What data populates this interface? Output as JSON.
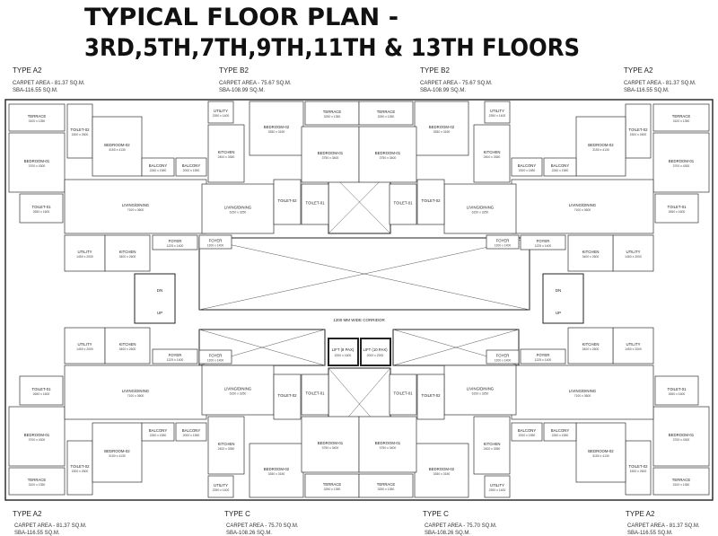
{
  "title": {
    "line1": "TYPICAL FLOOR PLAN -",
    "line2": "3RD,5TH,7TH,9TH,11TH & 13TH FLOORS"
  },
  "units": {
    "top_left": {
      "type": "TYPE A2",
      "carpet": "CARPET AREA - 81.37 SQ.M.",
      "sba": "SBA-116.55 SQ.M."
    },
    "top_center_left": {
      "type": "TYPE B2",
      "carpet": "CARPET AREA - 75.67 SQ.M.",
      "sba": "SBA-108.99 SQ.M."
    },
    "top_center_right": {
      "type": "TYPE B2",
      "carpet": "CARPET AREA - 75.67 SQ.M.",
      "sba": "SBA-108.99 SQ.M."
    },
    "top_right": {
      "type": "TYPE A2",
      "carpet": "CARPET AREA - 81.37 SQ.M.",
      "sba": "SBA-116.55 SQ.M."
    },
    "bottom_left": {
      "type": "TYPE A2",
      "carpet": "CARPET AREA - 81.37 SQ.M.",
      "sba": "SBA-116.55 SQ.M."
    },
    "bottom_center_left": {
      "type": "TYPE C",
      "carpet": "CARPET AREA - 75.70 SQ.M.",
      "sba": "SBA-108.26 SQ.M."
    },
    "bottom_center_right": {
      "type": "TYPE C",
      "carpet": "CARPET AREA - 75.70 SQ.M.",
      "sba": "SBA-108.26 SQ.M."
    },
    "bottom_right": {
      "type": "TYPE A2",
      "carpet": "CARPET AREA - 81.37 SQ.M.",
      "sba": "SBA-116.55 SQ.M."
    }
  },
  "rooms_a2": [
    {
      "name": "TERRACE",
      "dim": "3100 x 1350"
    },
    {
      "name": "BEDROOM-01",
      "dim": "3700 x 4300"
    },
    {
      "name": "TOILET-02",
      "dim": "1500 x 2600"
    },
    {
      "name": "BEDROOM-02",
      "dim": "3150 x 4130"
    },
    {
      "name": "BALCONY",
      "dim": "2260 x 1550"
    },
    {
      "name": "BALCONY",
      "dim": "2000 x 1550"
    },
    {
      "name": "LIVING/DINING",
      "dim": "7100 x 3600"
    },
    {
      "name": "TOILET-01",
      "dim": "2650 x 1600"
    },
    {
      "name": "FOYER",
      "dim": "1225 x 1400"
    },
    {
      "name": "UTILITY",
      "dim": "1450 x 2000"
    },
    {
      "name": "KITCHEN",
      "dim": "3400 x 2600"
    }
  ],
  "rooms_b2": [
    {
      "name": "UTILITY",
      "dim": "2390 x 1400"
    },
    {
      "name": "KITCHEN",
      "dim": "2400 x 3350"
    },
    {
      "name": "BEDROOM-02",
      "dim": "3350 x 3150"
    },
    {
      "name": "TERRACE",
      "dim": "3250 x 1350"
    },
    {
      "name": "BEDROOM-01",
      "dim": "3750 x 3400"
    },
    {
      "name": "LIVING/DINING",
      "dim": "6150 x 3250"
    },
    {
      "name": "TOILET-02",
      "dim": ""
    },
    {
      "name": "TOILET-01",
      "dim": ""
    },
    {
      "name": "FOYER",
      "dim": "1200 x 1400"
    }
  ],
  "rooms_c": [
    {
      "name": "UTILITY",
      "dim": "2390 x 1400"
    },
    {
      "name": "KITCHEN",
      "dim": "2400 x 3350"
    },
    {
      "name": "BEDROOM-02",
      "dim": "3350 x 3150"
    },
    {
      "name": "TERRACE",
      "dim": "3250 x 1350"
    },
    {
      "name": "BEDROOM-01",
      "dim": "3750 x 3400"
    },
    {
      "name": "LIVING/DINING",
      "dim": "6150 x 3250"
    },
    {
      "name": "TOILET-02",
      "dim": ""
    },
    {
      "name": "TOILET-01",
      "dim": ""
    },
    {
      "name": "FOYER",
      "dim": "1200 x 1400"
    }
  ],
  "core": {
    "corridor": "1200 MM WIDE CORRIDOR",
    "lift1_name": "LIFT (8 PAX)",
    "lift1_dim": "2000 x 1600",
    "lift2_name": "LIFT (10 PAX)",
    "lift2_dim": "2000 x 2000",
    "stair_up": "UP",
    "stair_dn": "DN"
  }
}
